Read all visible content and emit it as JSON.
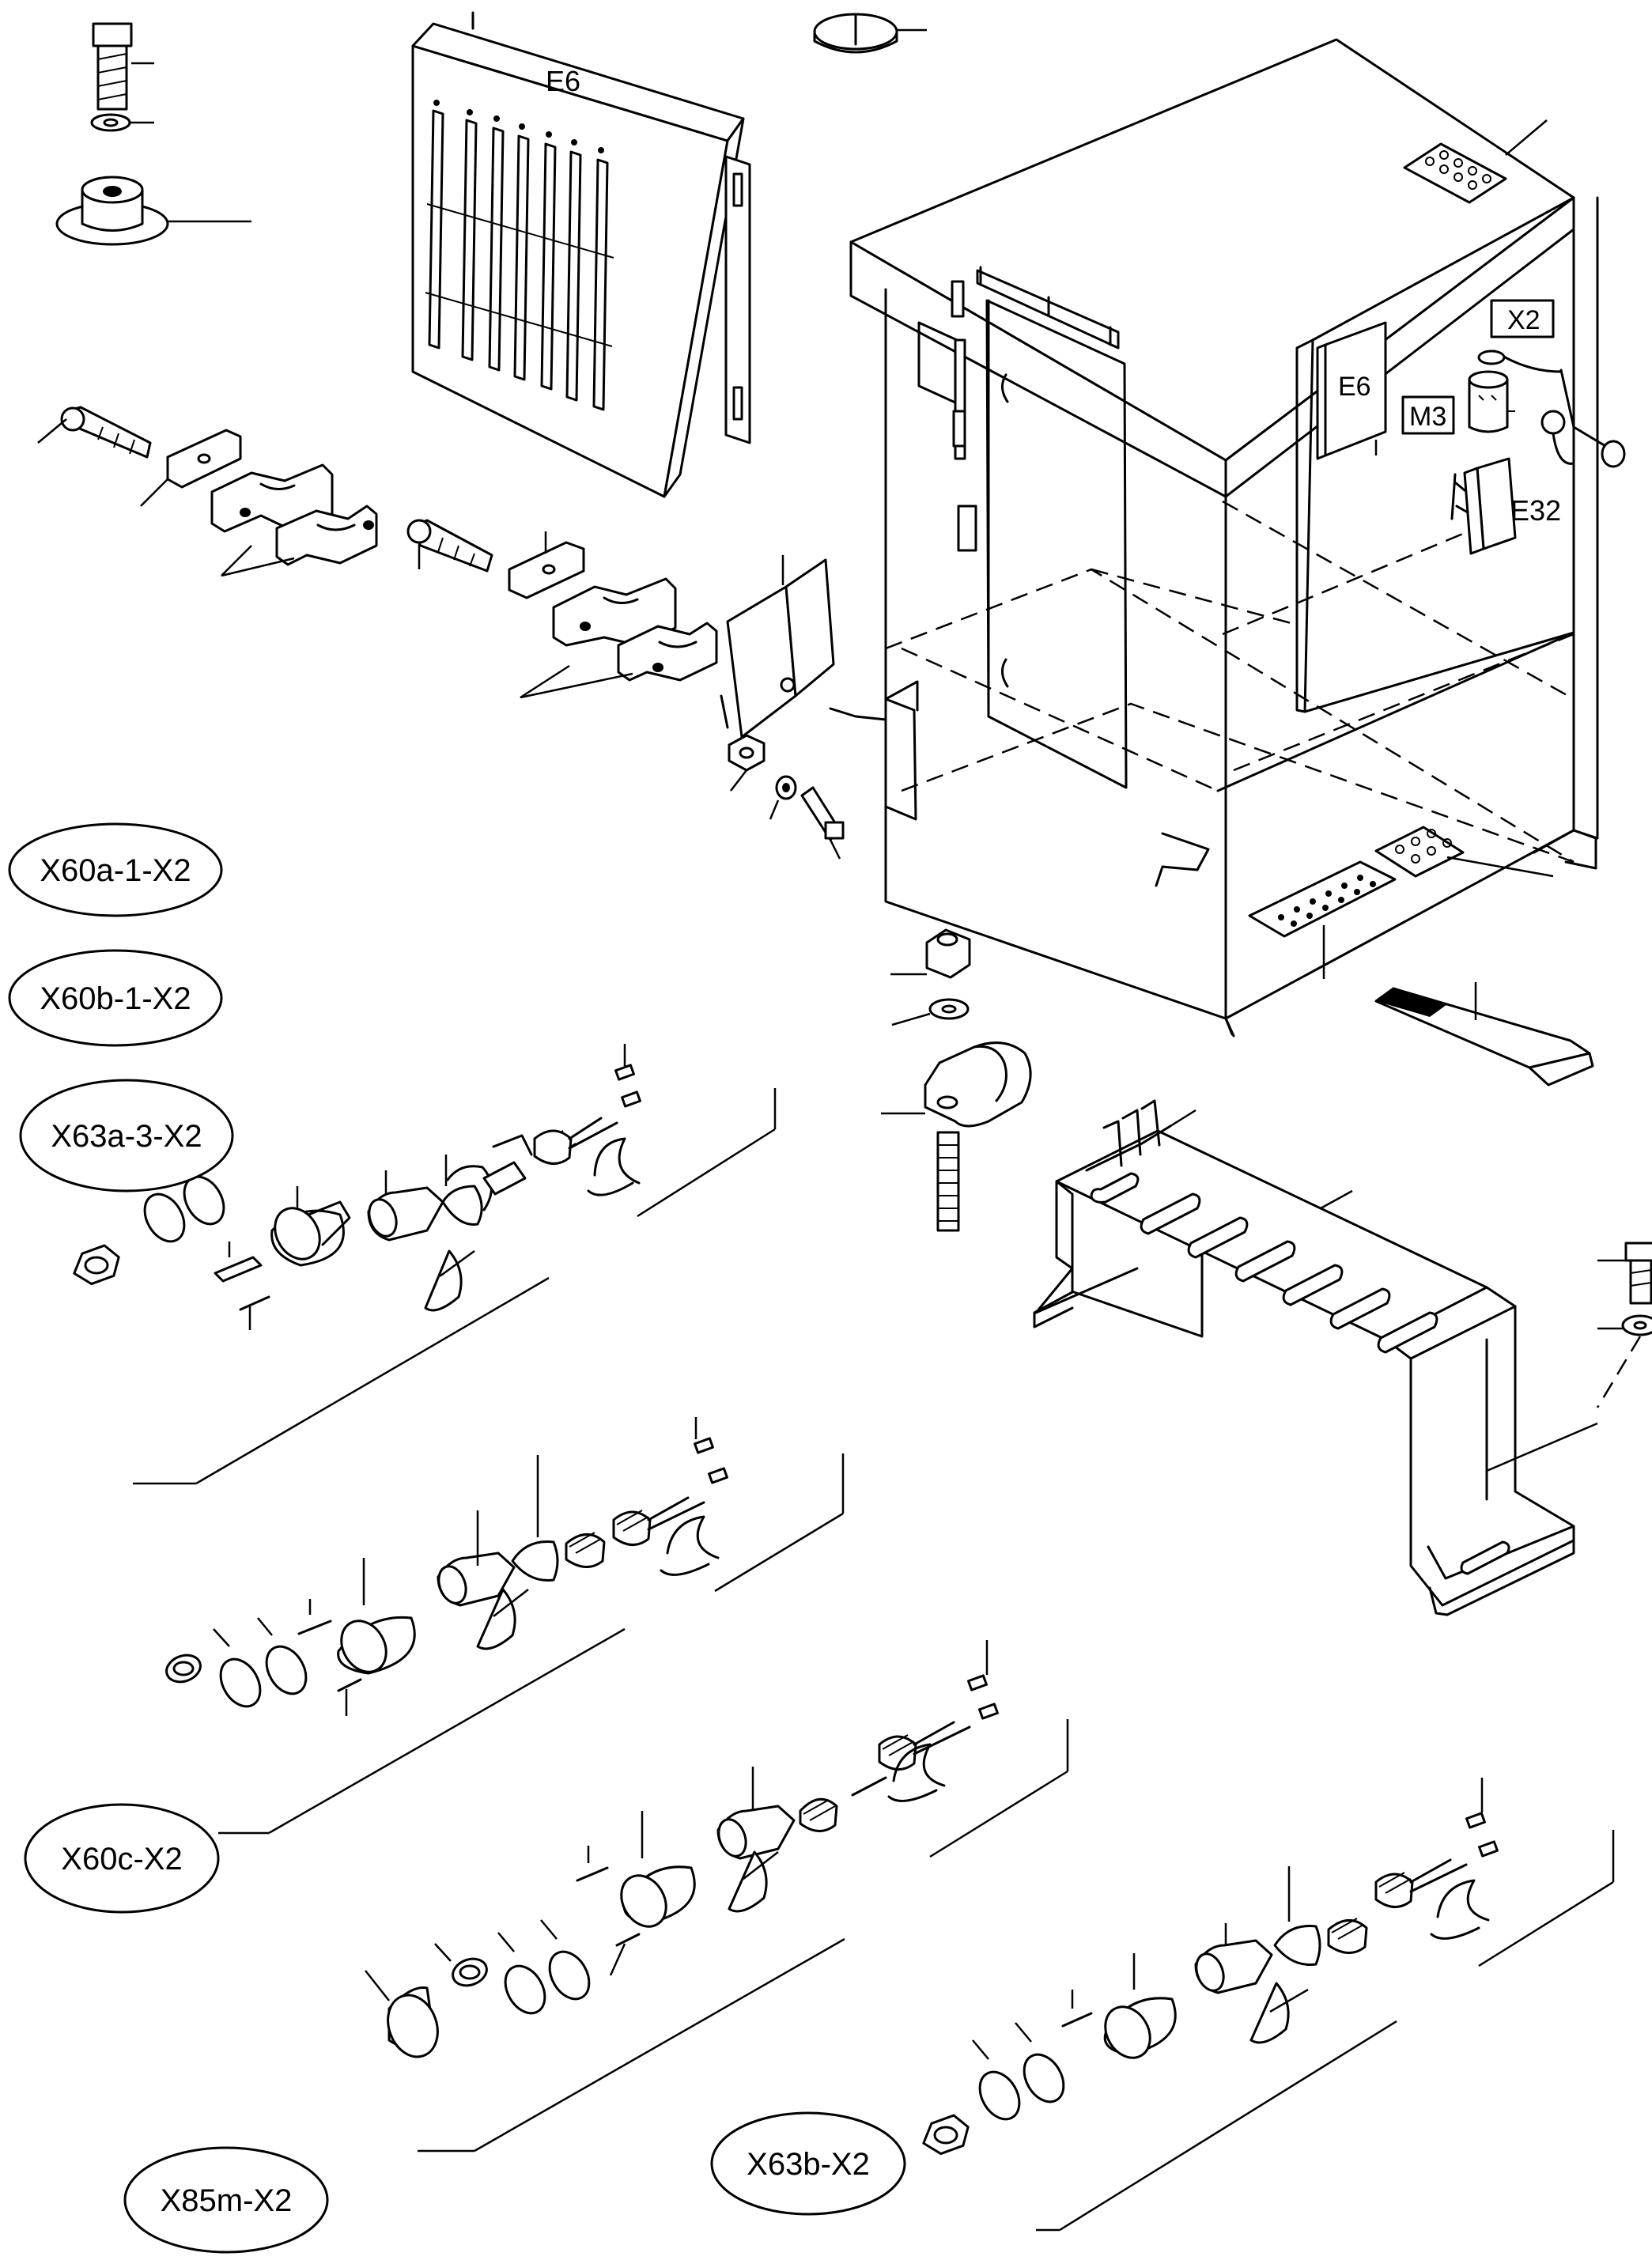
{
  "diagram": {
    "component_labels": {
      "e6_panel": "E6",
      "e6_box": "E6",
      "x2_box": "X2",
      "m3_box": "M3",
      "e32": "E32"
    },
    "connector_labels": {
      "x60a": "X60a-1-X2",
      "x60b": "X60b-1-X2",
      "x63a": "X63a-3-X2",
      "x60c": "X60c-X2",
      "x85m": "X85m-X2",
      "x63b": "X63b-X2"
    }
  }
}
